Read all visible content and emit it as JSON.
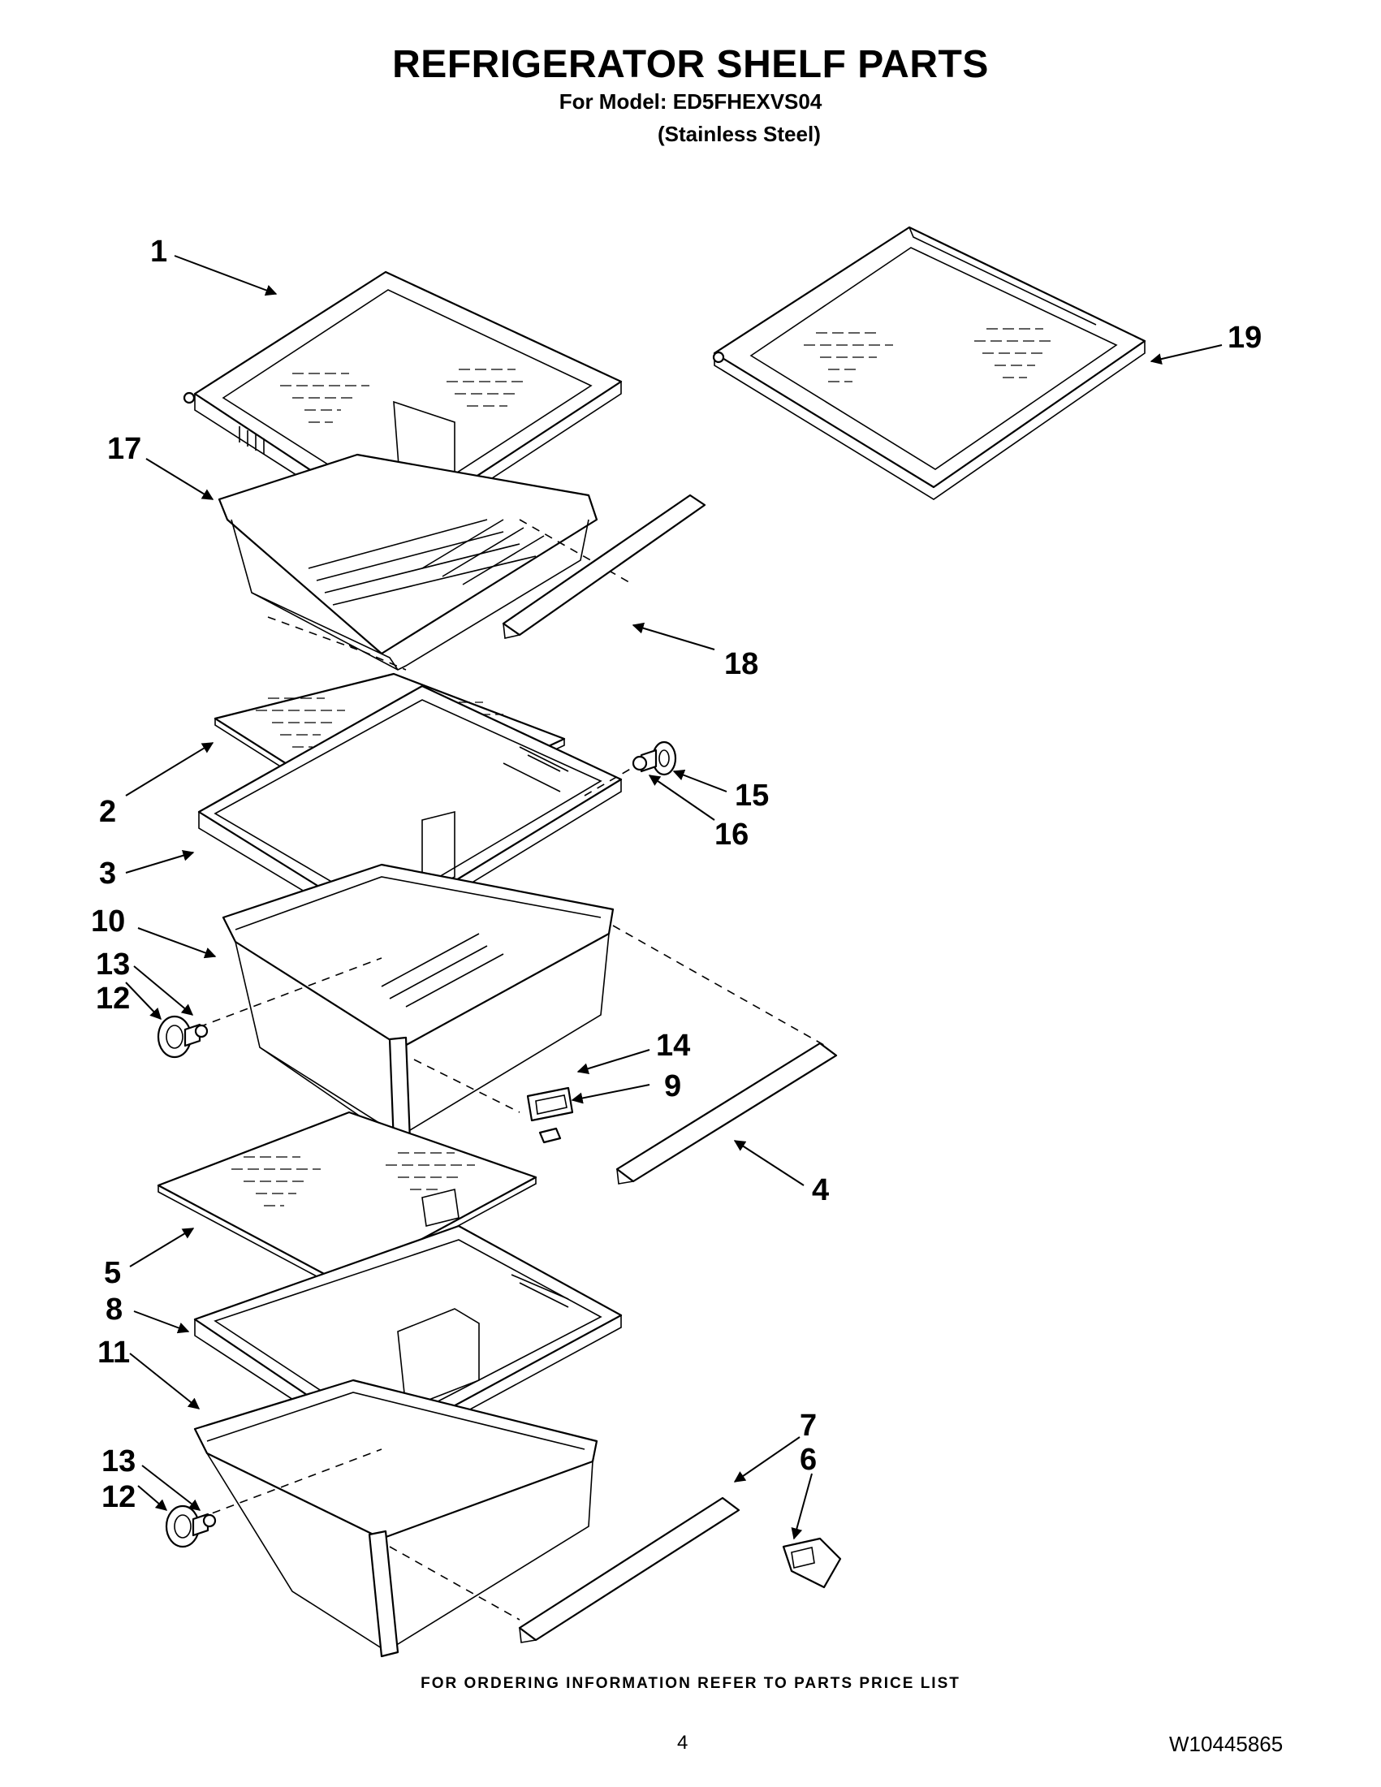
{
  "header": {
    "title": "REFRIGERATOR SHELF PARTS",
    "model_line": "For Model: ED5FHEXVS04",
    "variant": "(Stainless Steel)"
  },
  "callouts": [
    "1",
    "17",
    "18",
    "2",
    "3",
    "15",
    "16",
    "10",
    "13",
    "12",
    "14",
    "9",
    "4",
    "5",
    "8",
    "11",
    "13",
    "12",
    "7",
    "6",
    "19"
  ],
  "footer": {
    "note": "FOR ORDERING INFORMATION REFER TO PARTS PRICE LIST",
    "page": "4",
    "doc_id": "W10445865"
  }
}
